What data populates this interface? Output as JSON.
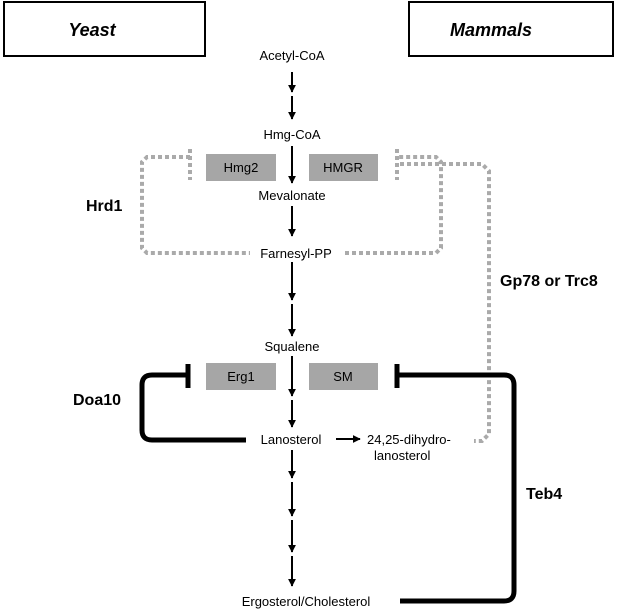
{
  "headers": {
    "left": "Yeast",
    "right": "Mammals"
  },
  "metabolites": {
    "acetyl_coa": "Acetyl-CoA",
    "hmg_coa": "Hmg-CoA",
    "mevalonate": "Mevalonate",
    "farnesyl_pp": "Farnesyl-PP",
    "squalene": "Squalene",
    "lanosterol": "Lanosterol",
    "dihydro_line1": "24,25-dihydro-",
    "dihydro_line2": "lanosterol",
    "end_product": "Ergosterol/Cholesterol"
  },
  "enzymes": {
    "hmg2": "Hmg2",
    "hmgr": "HMGR",
    "erg1": "Erg1",
    "sm": "SM"
  },
  "regulators": {
    "hrd1": "Hrd1",
    "gp78": "Gp78 or Trc8",
    "doa10": "Doa10",
    "teb4": "Teb4"
  },
  "colors": {
    "enzyme_fill": "#a6a6a6",
    "dotted_line": "#aaaaaa",
    "solid_line": "#000000"
  }
}
